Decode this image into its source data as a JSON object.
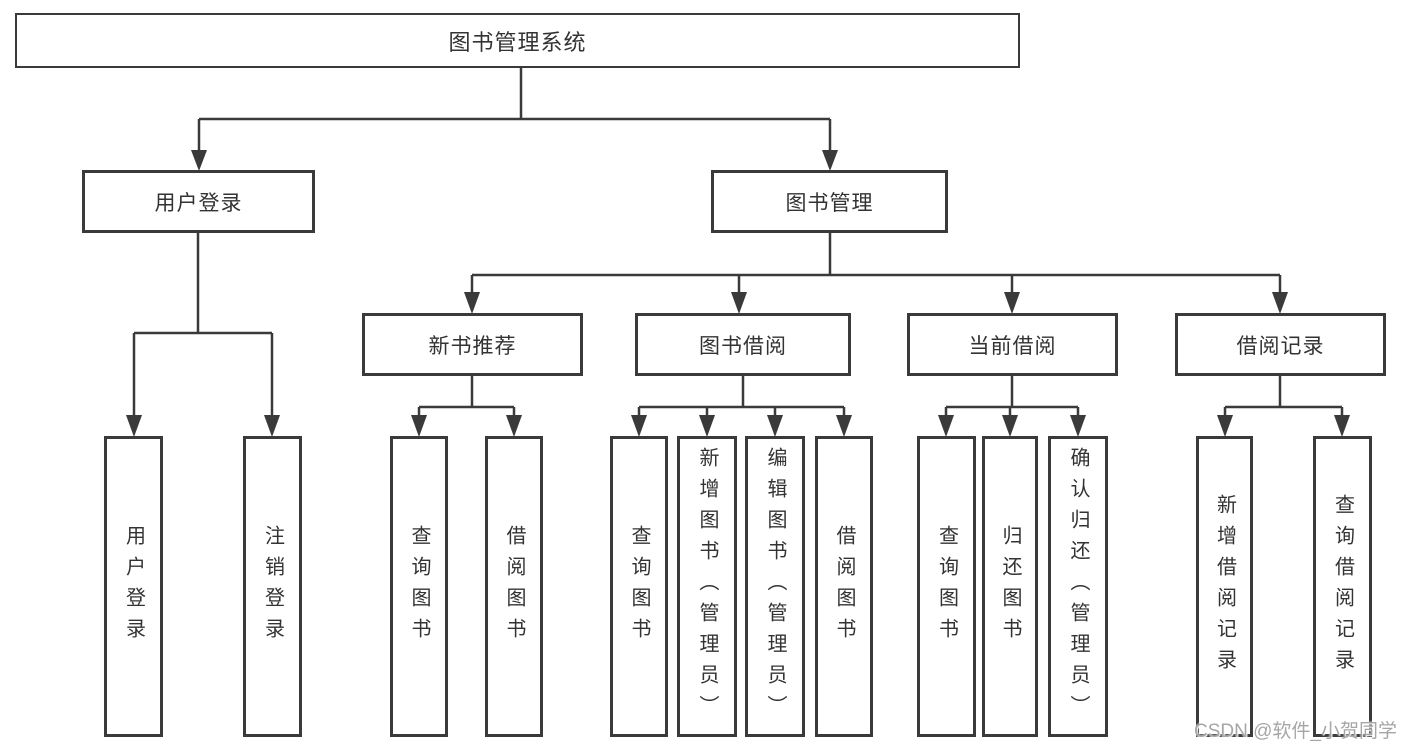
{
  "diagram": {
    "root": {
      "label": "图书管理系统"
    },
    "level2": [
      {
        "label": "用户登录"
      },
      {
        "label": "图书管理"
      }
    ],
    "level3": [
      {
        "label": "新书推荐",
        "parent": "图书管理"
      },
      {
        "label": "图书借阅",
        "parent": "图书管理"
      },
      {
        "label": "当前借阅",
        "parent": "图书管理"
      },
      {
        "label": "借阅记录",
        "parent": "图书管理"
      }
    ],
    "leaves": [
      {
        "label": "用户登录",
        "parent": "用户登录"
      },
      {
        "label": "注销登录",
        "parent": "用户登录"
      },
      {
        "label": "查询图书",
        "parent": "新书推荐"
      },
      {
        "label": "借阅图书",
        "parent": "新书推荐"
      },
      {
        "label": "查询图书",
        "parent": "图书借阅"
      },
      {
        "label": "新增图书（管理员）",
        "parent": "图书借阅"
      },
      {
        "label": "编辑图书（管理员）",
        "parent": "图书借阅"
      },
      {
        "label": "借阅图书",
        "parent": "图书借阅"
      },
      {
        "label": "查询图书",
        "parent": "当前借阅"
      },
      {
        "label": "归还图书",
        "parent": "当前借阅"
      },
      {
        "label": "确认归还（管理员）",
        "parent": "当前借阅"
      },
      {
        "label": "新增借阅记录",
        "parent": "借阅记录"
      },
      {
        "label": "查询借阅记录",
        "parent": "借阅记录"
      }
    ]
  },
  "watermark": {
    "text": "CSDN @软件_小贺同学"
  },
  "colors": {
    "line": "#3a3a3a",
    "text": "#333333",
    "box_background": "#ffffff",
    "watermark": "#a6a6a6",
    "page_background": "#ffffff"
  }
}
